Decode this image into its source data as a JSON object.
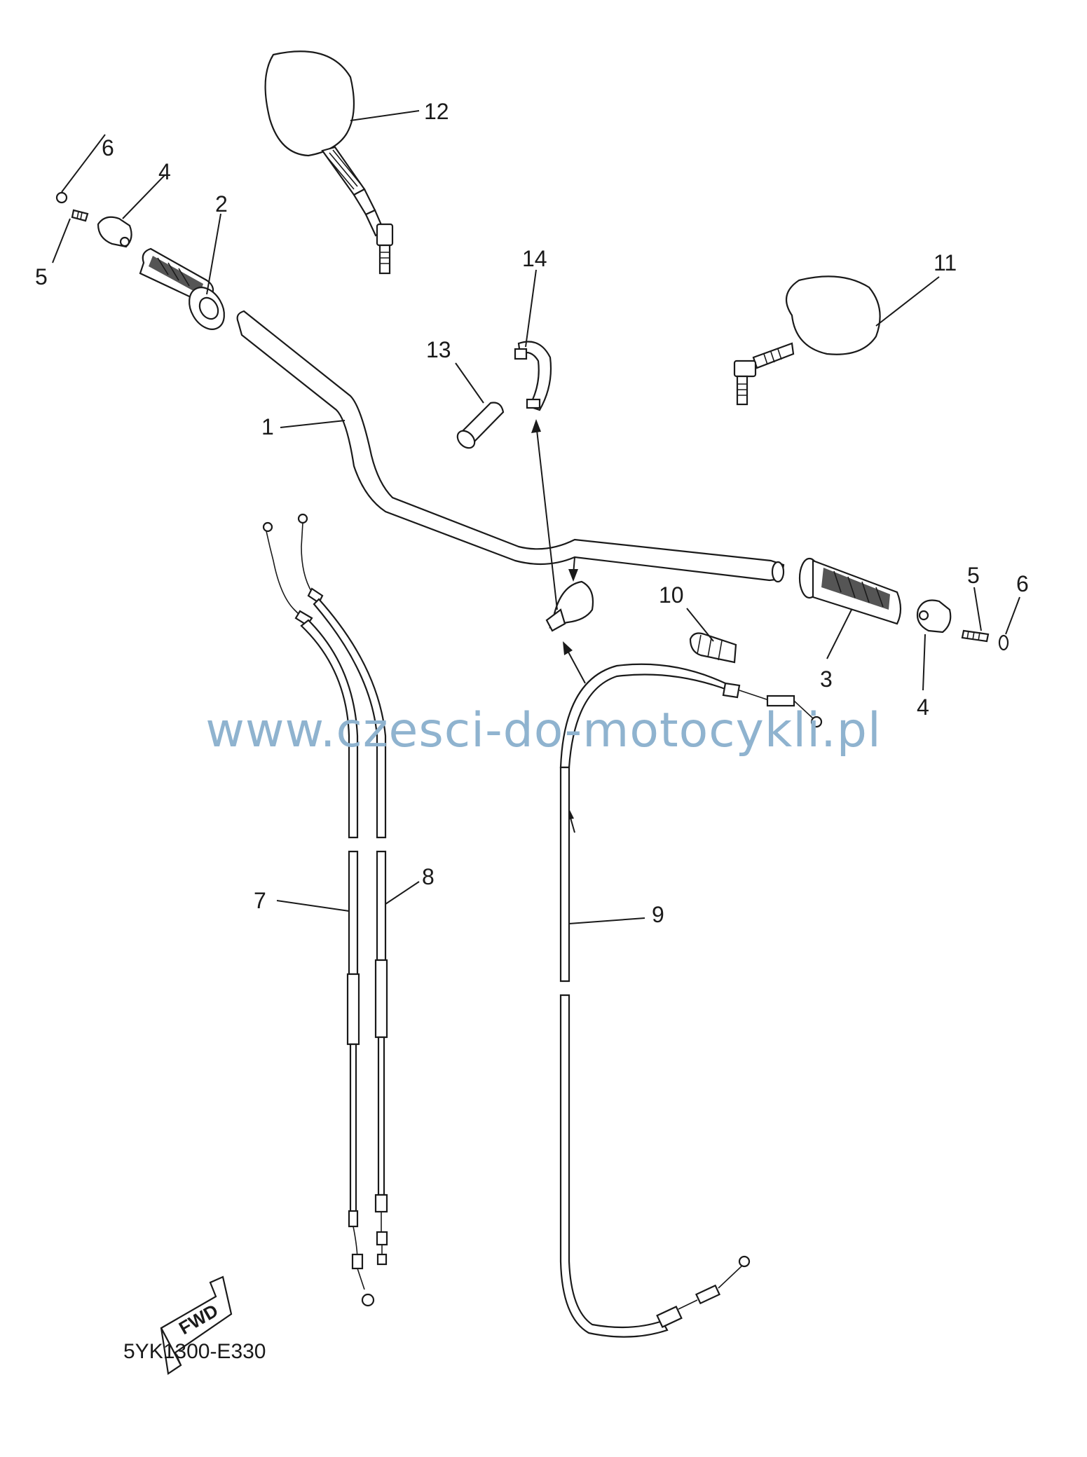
{
  "watermark": "www.czesci-do-motocykli.pl",
  "diagram_code": "5YK1300-E330",
  "fwd_label": "FWD",
  "callouts": {
    "c1": "1",
    "c2": "2",
    "c3": "3",
    "c4a": "4",
    "c4b": "4",
    "c5a": "5",
    "c5b": "5",
    "c6a": "6",
    "c6b": "6",
    "c7": "7",
    "c8": "8",
    "c9": "9",
    "c10": "10",
    "c11": "11",
    "c12": "12",
    "c13": "13",
    "c14": "14"
  }
}
